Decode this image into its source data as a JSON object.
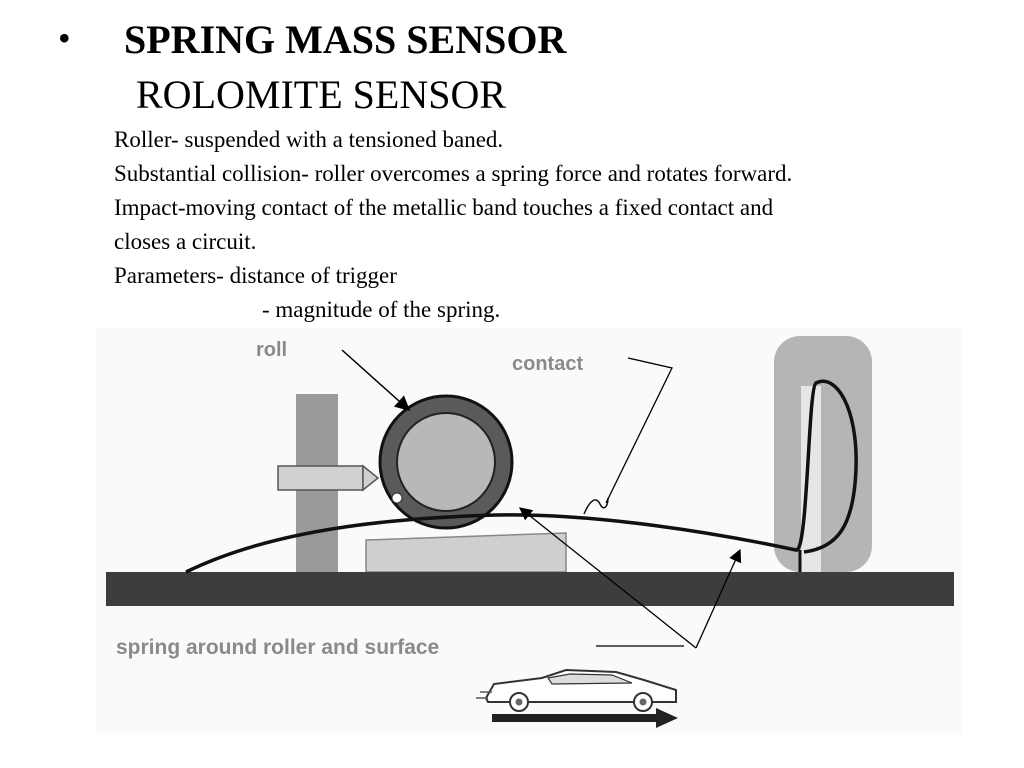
{
  "slide": {
    "bullet": "•",
    "title": "SPRING MASS SENSOR",
    "subtitle": "ROLOMITE SENSOR",
    "lines": [
      "Roller- suspended with a tensioned baned.",
      "Substantial collision- roller overcomes a spring force and rotates forward.",
      "Impact-moving contact of the metallic band touches a fixed contact and",
      "closes a circuit.",
      "Parameters- distance of trigger",
      "- magnitude of the spring."
    ]
  },
  "figure": {
    "labels": {
      "roll": "roll",
      "contact": "contact",
      "spring": "spring around roller and surface"
    }
  }
}
